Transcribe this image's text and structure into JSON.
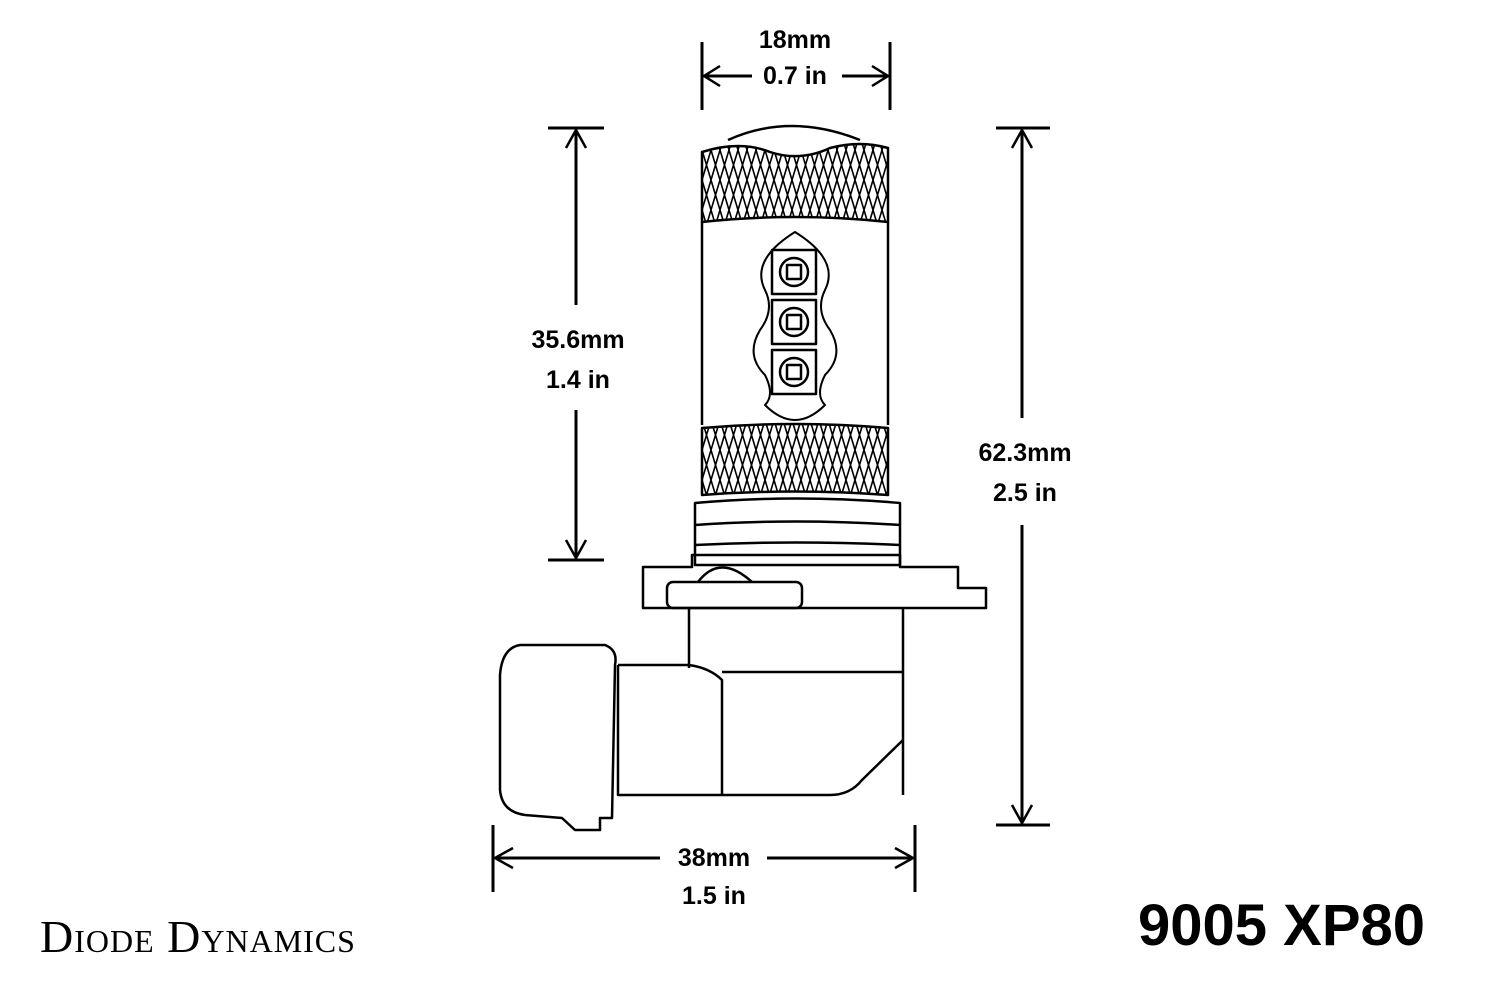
{
  "diagram": {
    "subject": "9005 LED bulb dimension drawing",
    "stroke_color": "#000000",
    "background_color": "#ffffff"
  },
  "dimensions": {
    "top_width": {
      "mm": "18mm",
      "in": "0.7 in"
    },
    "head_height": {
      "mm": "35.6mm",
      "in": "1.4 in"
    },
    "total_height": {
      "mm": "62.3mm",
      "in": "2.5 in"
    },
    "base_width": {
      "mm": "38mm",
      "in": "1.5 in"
    }
  },
  "branding": {
    "brand": "Diode Dynamics",
    "model": "9005 XP80"
  }
}
